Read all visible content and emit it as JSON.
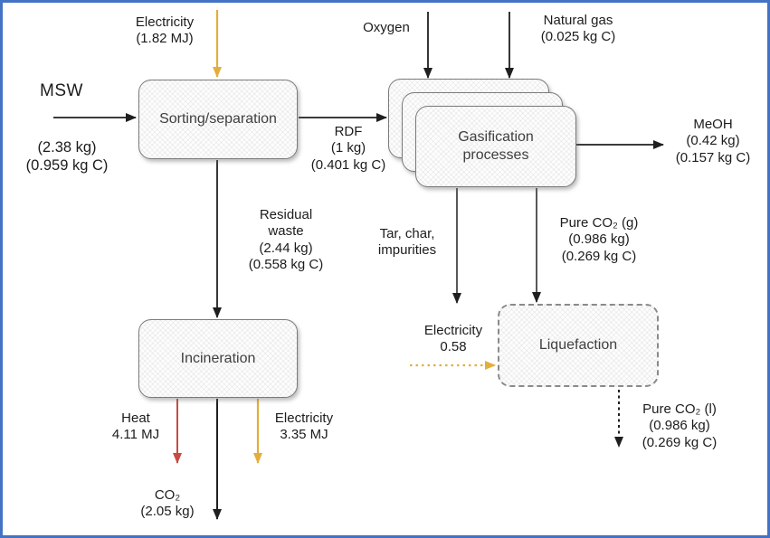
{
  "diagram": {
    "title": "MSW conversion process flow diagram",
    "colors": {
      "frame_blue": "#4472C4",
      "arrow_black": "#1f1f1f",
      "arrow_electricity_yellow": "#E2AE3C",
      "arrow_heat_red": "#C54B42",
      "box_border_gray": "#7b7b7b",
      "box_fill": "#fdfdfd"
    },
    "boxes": {
      "sorting": {
        "label": "Sorting/separation"
      },
      "gasification": {
        "label": "Gasification\nprocesses"
      },
      "incineration": {
        "label": "Incineration"
      },
      "liquefaction": {
        "label": "Liquefaction"
      }
    },
    "labels": {
      "electricity_sorting": "Electricity\n(1.82 MJ)",
      "msw": "MSW",
      "msw_amount": "(2.38 kg)\n(0.959 kg C)",
      "oxygen": "Oxygen",
      "natural_gas": "Natural gas\n(0.025 kg C)",
      "rdf": "RDF\n(1 kg)\n(0.401 kg C)",
      "meoh": "MeOH\n(0.42 kg)\n(0.157 kg C)",
      "residual_waste": "Residual\nwaste\n(2.44 kg)\n(0.558 kg C)",
      "tar_char": "Tar, char,\nimpurities",
      "pure_co2_gas": "Pure CO₂ (g)\n(0.986 kg)\n(0.269 kg C)",
      "electricity_liquefaction": "Electricity\n0.58",
      "heat": "Heat\n4.11 MJ",
      "electricity_incineration": "Electricity\n3.35 MJ",
      "co2_incineration": "CO₂\n(2.05 kg)",
      "pure_co2_liquid": "Pure CO₂ (l)\n(0.986 kg)\n(0.269 kg C)"
    }
  }
}
